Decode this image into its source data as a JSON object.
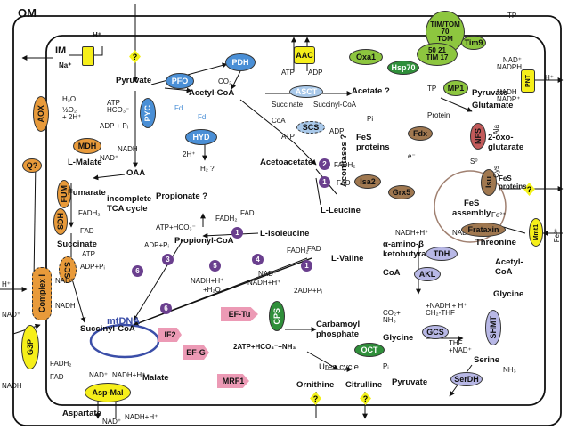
{
  "compartments": {
    "om": "OM",
    "im": "IM"
  },
  "proteins": {
    "pdh": "PDH",
    "pfo": "PFO",
    "pyc": "PYC",
    "hyd": "HYD",
    "fdx_ox": "Fd",
    "fdx_red": "Fd",
    "asct": "ASCT",
    "scs": "SCS",
    "aac": "AAC",
    "oxa1": "Oxa1",
    "hsp70": "Hsp70",
    "mp1": "MP1",
    "tim9": "Tim9",
    "tim": "50 21\nTIM 17",
    "tom": "TIM/TOM\n70\nTOM",
    "pnt": "PNT",
    "aox": "AOX",
    "mdh": "MDH",
    "fum": "FUM",
    "sdh": "SDH",
    "scs2": "SCS",
    "complex1": "Complex I",
    "g3p": "G3P",
    "aspmal": "Asp-Mal",
    "ef_tu": "EF-Tu",
    "ef_g": "EF-G",
    "if2": "IF2",
    "mrf1": "MRF1",
    "cps": "CPS",
    "oct": "OCT",
    "tdh": "TDH",
    "akl": "AKL",
    "gcs": "GCS",
    "shmt": "SHMT",
    "serdh": "SerDH",
    "isa2": "Isa2",
    "grx5": "Grx5",
    "fdx": "Fdx",
    "nfs": "NFS",
    "isu": "Isu",
    "frataxin": "Frataxin",
    "mmt1": "Mmt1"
  },
  "metabolites": {
    "pyruvate": "Pyruvate",
    "acetyl_coa": "Acetyl-CoA",
    "co2": "CO₂",
    "acetate": "Acetate ?",
    "succinate_a": "Succinate",
    "succinyl_coa_a": "Succinyl-CoA",
    "coa": "CoA",
    "pi": "Pi",
    "atp": "ATP",
    "adp": "ADP",
    "h2": "H₂ ?",
    "two_h": "2H⁺",
    "oaa": "OAA",
    "l_malate": "L-Malate",
    "nad": "NAD⁺",
    "nadh": "NADH",
    "fumarate": "Fumarate",
    "tca": "incomplete\nTCA cycle",
    "fadh2": "FADH₂",
    "fad": "FAD",
    "succinate": "Succinate",
    "succinyl_coa": "Succinyl-CoA",
    "propionate": "Propionate ?",
    "propionyl_coa": "Propionyl-CoA",
    "l_isoleucine": "L-Isoleucine",
    "l_valine": "L-Valine",
    "acetoacetate": "Acetoacetate",
    "l_leucine": "L-Leucine",
    "atp_hco3": "ATP+HCO₃⁻",
    "adp_pi": "ADP+Pᵢ",
    "atp_hco3_pyc": "ATP\nHCO₃⁻",
    "adp_pi_pyc": "ADP + Pᵢ",
    "h2o_o2": "½O₂\n+ 2H⁺",
    "h2o": "H₂O",
    "q": "Q?",
    "nadh_h": "NADH+H⁺",
    "h2o_plus": "+H₂O",
    "mtdna": "mtDNA",
    "carbamoyl": "Carbamoyl\nphosphate",
    "cps_in": "2ATP+HCO₃⁻+NH₃",
    "two_adp": "2ADP+Pᵢ",
    "urea": "Urea cycle",
    "ornithine": "Ornithine",
    "citrulline": "Citrulline",
    "p_i": "Pᵢ",
    "malate": "Malate",
    "aspartate": "Aspartate",
    "na": "Na⁺",
    "h_plus": "H⁺",
    "tp": "TP",
    "protein": "Protein",
    "aconitases": "Aconitases ?",
    "fes_proteins": "FeS\nproteins",
    "fes_assembly": "FeS\nassembly",
    "fes_proteins2": "FeS\nproteins",
    "glutamate": "Glutamate",
    "oxoglutarate": "2-oxo-\nglutarate",
    "cys": "Cys",
    "ala": "Ala",
    "s0": "S⁰",
    "e_minus": "e⁻",
    "fe2": "Fe²⁺",
    "fe2_out": "Fe²⁺",
    "threonine": "Threonine",
    "amino_keto": "α-amino-β\nketobutyrate",
    "acetyl_coa2": "Acetyl-\nCoA",
    "glycine": "Glycine",
    "glycine2": "Glycine",
    "co2_nh3": "CO₂+\nNH₃",
    "nadh_ch2": "+NADH + H⁺\nCH₂-THF",
    "thf": "THF\n+NAD⁺",
    "serine": "Serine",
    "nh3": "NH₃",
    "pyruvate2": "Pyruvate",
    "pyruvate3": "Pyruvate",
    "nad_nadph": "NAD⁺\nNADPH",
    "nadh_nadp": "NADH\nNADP⁺",
    "nadh_h2": "NADH+H⁺",
    "nad2": "NAD⁺",
    "qmark": "?"
  },
  "step_numbers": [
    "1",
    "2",
    "3",
    "4",
    "5",
    "6"
  ],
  "colors": {
    "yellow": "#f6ef1a",
    "orange": "#e89a3a",
    "blue": "#4a8fd6",
    "green": "#8dc63f",
    "dark_green": "#2f8f3a",
    "brown": "#a07850",
    "pink": "#ec9ab5",
    "lavender": "#b8b8e6",
    "purple": "#6a3f8e"
  }
}
